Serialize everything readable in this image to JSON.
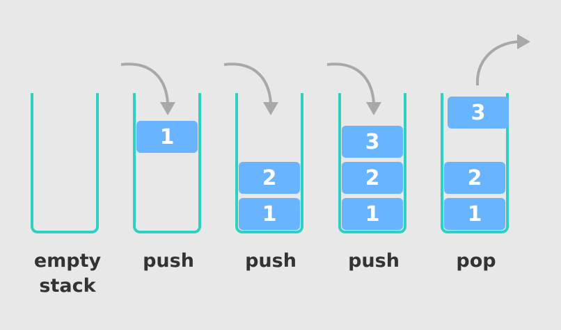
{
  "colors": {
    "background": "#e8e8e8",
    "container": "#2ed0c2",
    "block": "#69b4ff",
    "block_text": "#ffffff",
    "caption": "#333333",
    "arrow": "#a8a8a8"
  },
  "stages": [
    {
      "caption_line1": "empty",
      "caption_line2": "stack",
      "blocks": []
    },
    {
      "caption_line1": "push",
      "blocks": [
        "1"
      ]
    },
    {
      "caption_line1": "push",
      "blocks": [
        "2",
        "1"
      ]
    },
    {
      "caption_line1": "push",
      "blocks": [
        "3",
        "2",
        "1"
      ]
    },
    {
      "caption_line1": "pop",
      "popped": "3",
      "blocks": [
        "2",
        "1"
      ]
    }
  ]
}
